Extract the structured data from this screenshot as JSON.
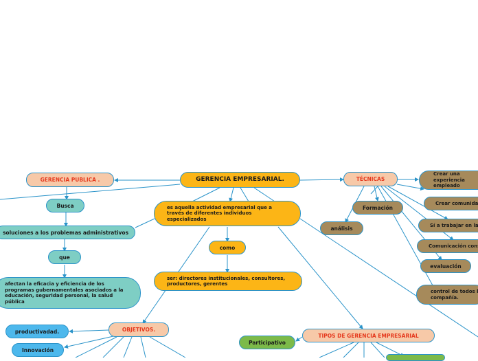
{
  "root": {
    "label": "GERENCIA EMPRESARIAL."
  },
  "definition": {
    "label": "es aquella actividad empresarial que a través de diferentes individuos especializados"
  },
  "como": {
    "label": "como"
  },
  "ser": {
    "label": "ser: directores institucionales, consultores, productores, gerentes"
  },
  "gerencia_publica": {
    "label": "GERENCIA PUBLICA .",
    "busca": "Busca",
    "soluciones": "soluciones a los problemas administrativos",
    "que": "que",
    "afectan": "afectan la eficacia y eficiencia de los programas gubernamentales asociados a la educación, seguridad personal, la salud pública"
  },
  "objetivos": {
    "label": "OBJETIVOS.",
    "productividad": "productivadad.",
    "innovacion": "Innovación"
  },
  "tecnicas": {
    "label": "TÉCNICAS",
    "formacion": "Formación",
    "analisis": "análisis",
    "crear_experiencia": "Crear una experiencia empleado",
    "crear_comunidad": "Crear comunidad",
    "trabajar_equipo": "Sí a trabajar en la",
    "comunicacion": "Comunicación cons",
    "evaluacion": "evaluación",
    "control": "control de todos la compañía."
  },
  "tipos": {
    "label": "TIPOS DE GERENCIA EMPRESARIAL",
    "participativo": "Participativo"
  },
  "colors": {
    "connector": "#2a93c9",
    "root": "#fcb516",
    "category": "#f7c9a8",
    "category_text": "#e5391e",
    "teal": "#7ecec4",
    "blue": "#4db8ec",
    "green": "#7cba49",
    "brown": "#a68a5b"
  }
}
